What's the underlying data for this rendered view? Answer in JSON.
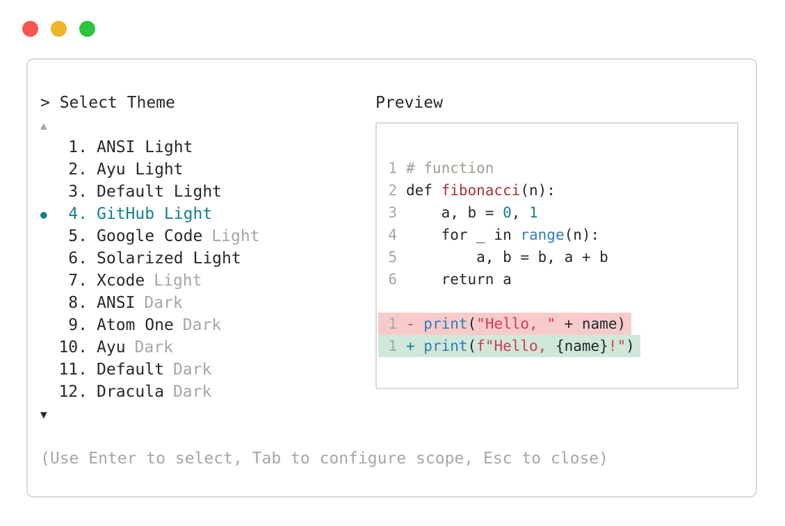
{
  "colors": {
    "ink": "#24282c",
    "muted": "#a4a6a8",
    "comment": "#9b9f90",
    "function_red": "#a7342f",
    "string_crimson": "#d23b54",
    "builtin_blue": "#2e7db6",
    "accent_teal": "#13808c",
    "removed_bg": "#f8cbcb",
    "added_bg": "#cfe8d9",
    "border": "#d8d8d8",
    "dot_red": "#f4574d",
    "dot_yellow": "#f0b42a",
    "dot_green": "#2cc33d"
  },
  "window": {
    "controls": [
      "close",
      "minimize",
      "maximize"
    ]
  },
  "list": {
    "title": "> Select Theme",
    "scroll_up": "▲",
    "scroll_down": "▼",
    "selected_bullet": "●",
    "items": [
      {
        "num": "1.",
        "name": "ANSI Light",
        "suffix": "",
        "selected": false
      },
      {
        "num": "2.",
        "name": "Ayu Light",
        "suffix": "",
        "selected": false
      },
      {
        "num": "3.",
        "name": "Default Light",
        "suffix": "",
        "selected": false
      },
      {
        "num": "4.",
        "name": "GitHub Light",
        "suffix": "",
        "selected": true
      },
      {
        "num": "5.",
        "name": "Google Code",
        "suffix": "Light",
        "selected": false
      },
      {
        "num": "6.",
        "name": "Solarized Light",
        "suffix": "",
        "selected": false
      },
      {
        "num": "7.",
        "name": "Xcode",
        "suffix": "Light",
        "selected": false
      },
      {
        "num": "8.",
        "name": "ANSI",
        "suffix": "Dark",
        "selected": false
      },
      {
        "num": "9.",
        "name": "Atom One",
        "suffix": "Dark",
        "selected": false
      },
      {
        "num": "10.",
        "name": "Ayu",
        "suffix": "Dark",
        "selected": false
      },
      {
        "num": "11.",
        "name": "Default",
        "suffix": "Dark",
        "selected": false
      },
      {
        "num": "12.",
        "name": "Dracula",
        "suffix": "Dark",
        "selected": false
      }
    ],
    "hint": "(Use Enter to select, Tab to configure scope, Esc to close)"
  },
  "preview": {
    "title": "Preview",
    "code_lines": [
      {
        "num": "1",
        "tokens": [
          [
            "comment",
            "# function"
          ]
        ]
      },
      {
        "num": "2",
        "tokens": [
          [
            "ink",
            "def "
          ],
          [
            "func",
            "fibonacci"
          ],
          [
            "ink",
            "(n):"
          ]
        ]
      },
      {
        "num": "3",
        "tokens": [
          [
            "ink",
            "    a, b = "
          ],
          [
            "teal",
            "0"
          ],
          [
            "ink",
            ", "
          ],
          [
            "teal",
            "1"
          ]
        ]
      },
      {
        "num": "4",
        "tokens": [
          [
            "ink",
            "    for _ in "
          ],
          [
            "blue",
            "range"
          ],
          [
            "ink",
            "(n):"
          ]
        ]
      },
      {
        "num": "5",
        "tokens": [
          [
            "ink",
            "        a, b = b, a + b"
          ]
        ]
      },
      {
        "num": "6",
        "tokens": [
          [
            "ink",
            "    return a"
          ]
        ]
      }
    ],
    "diff_lines": [
      {
        "num": "1",
        "kind": "removed",
        "tokens": [
          [
            "str",
            "- "
          ],
          [
            "blue",
            "print"
          ],
          [
            "ink",
            "("
          ],
          [
            "str",
            "\"Hello, \""
          ],
          [
            "ink",
            " + name)"
          ]
        ]
      },
      {
        "num": "1",
        "kind": "added",
        "tokens": [
          [
            "teal",
            "+ "
          ],
          [
            "blue",
            "print"
          ],
          [
            "ink",
            "("
          ],
          [
            "str",
            "f\"Hello, "
          ],
          [
            "ink",
            "{name}"
          ],
          [
            "str",
            "!\""
          ],
          [
            "ink",
            ")"
          ]
        ]
      }
    ]
  }
}
